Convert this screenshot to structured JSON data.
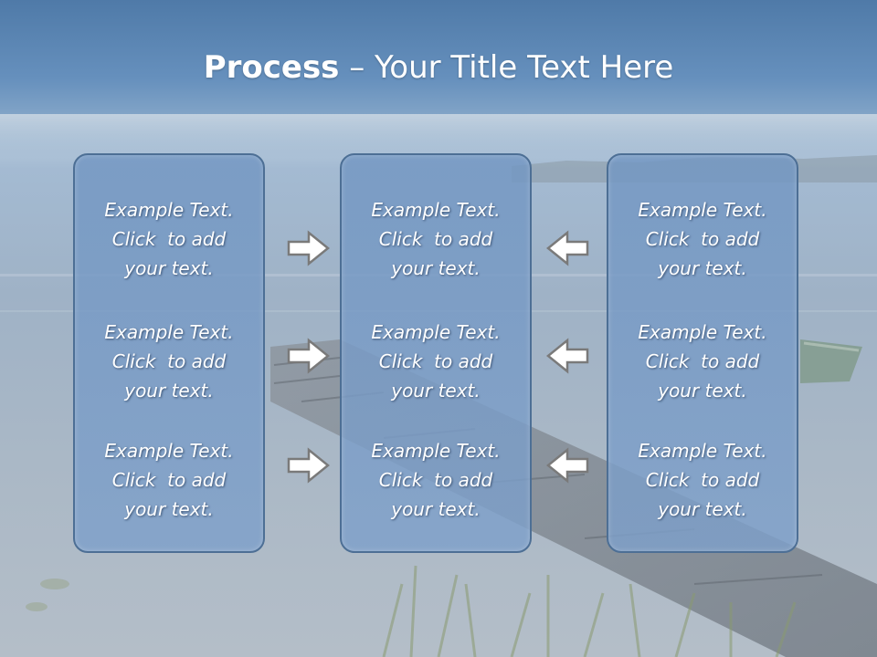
{
  "title": {
    "bold": "Process",
    "rest": " – Your Title Text Here"
  },
  "panels": {
    "left": [
      {
        "line1": "Example Text.",
        "line2": "Click  to add",
        "line3": "your text."
      },
      {
        "line1": "Example Text.",
        "line2": "Click  to add",
        "line3": "your text."
      },
      {
        "line1": "Example Text.",
        "line2": "Click  to add",
        "line3": "your text."
      }
    ],
    "middle": [
      {
        "line1": "Example Text.",
        "line2": "Click  to add",
        "line3": "your text."
      },
      {
        "line1": "Example Text.",
        "line2": "Click  to add",
        "line3": "your text."
      },
      {
        "line1": "Example Text.",
        "line2": "Click  to add",
        "line3": "your text."
      }
    ],
    "right": [
      {
        "line1": "Example Text.",
        "line2": "Click  to add",
        "line3": "your text."
      },
      {
        "line1": "Example Text.",
        "line2": "Click  to add",
        "line3": "your text."
      },
      {
        "line1": "Example Text.",
        "line2": "Click  to add",
        "line3": "your text."
      }
    ]
  },
  "arrows": {
    "left_column": "arrow-right-icon",
    "right_column": "arrow-left-icon"
  },
  "colors": {
    "panel_fill": "#7b9dc7",
    "panel_border": "#4d6f95",
    "arrow_fill": "#ffffff",
    "arrow_stroke": "#7a7a7a"
  }
}
